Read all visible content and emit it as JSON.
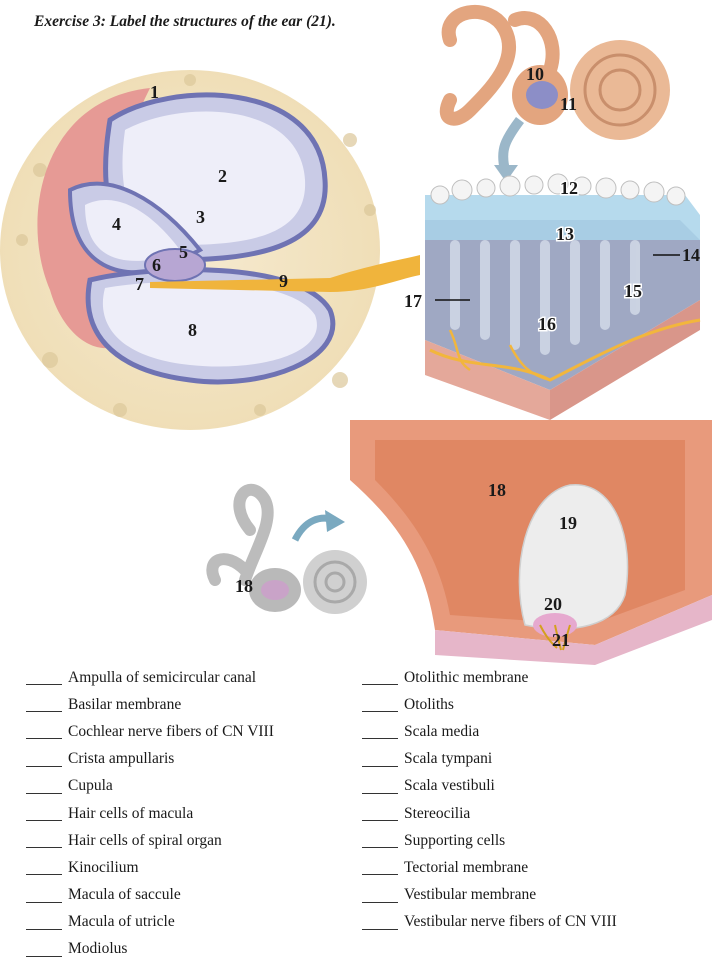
{
  "title": "Exercise 3:  Label the structures of the ear (21).",
  "figure_labels": [
    "1",
    "2",
    "3",
    "4",
    "5",
    "6",
    "7",
    "8",
    "9",
    "10",
    "11",
    "12",
    "13",
    "14",
    "15",
    "16",
    "17",
    "18",
    "19",
    "20",
    "21"
  ],
  "term_list_left": [
    "Ampulla of semicircular canal",
    "Basilar membrane",
    "Cochlear nerve fibers of CN VIII",
    "Crista ampullaris",
    "Cupula",
    "Hair cells of macula",
    "Hair cells of spiral organ",
    "Kinocilium",
    "Macula of saccule",
    "Macula of utricle",
    "Modiolus"
  ],
  "term_list_right": [
    "Otolithic membrane",
    "Otoliths",
    "Scala media",
    "Scala tympani",
    "Scala vestibuli",
    "Stereocilia",
    "Supporting cells",
    "Tectorial membrane",
    "Vestibular membrane",
    "Vestibular nerve fibers of CN VIII"
  ]
}
